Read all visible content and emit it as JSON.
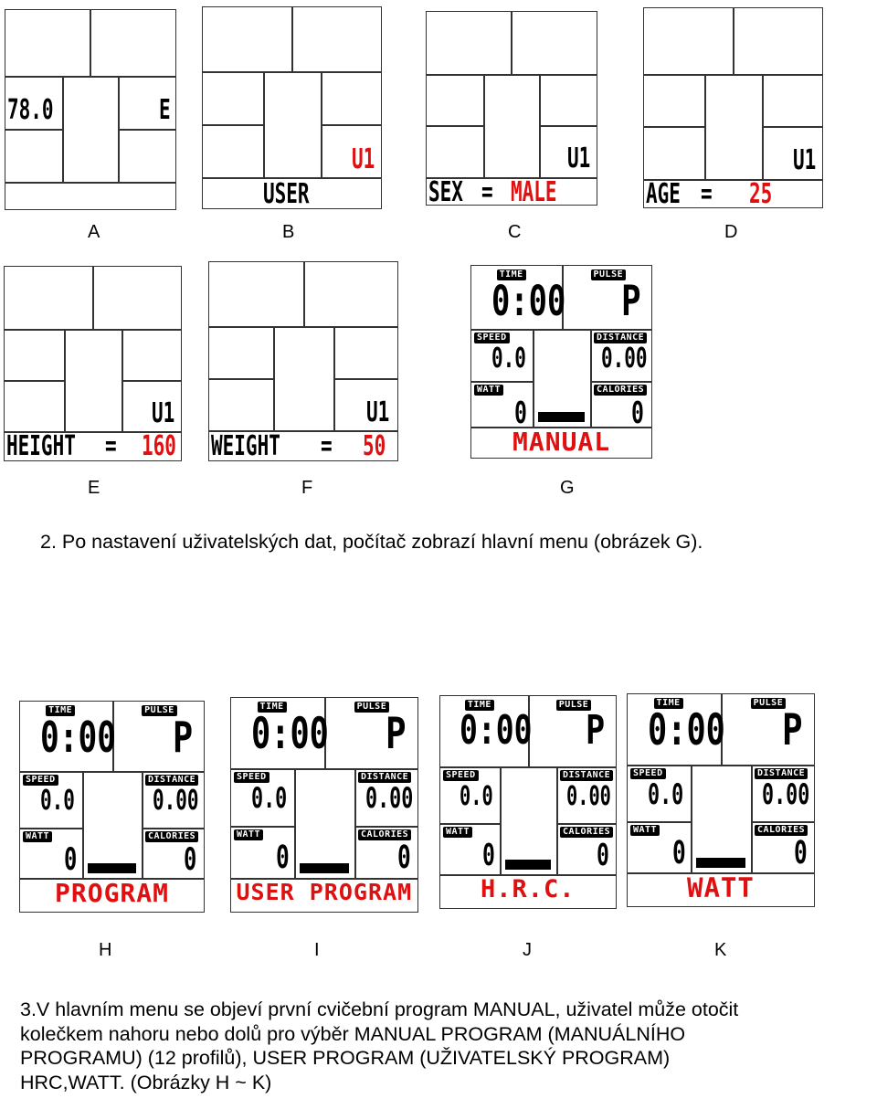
{
  "panels_top": {
    "A": {
      "caption": "A",
      "left_value": "78.0",
      "right_value": "E"
    },
    "B": {
      "caption": "B",
      "user_id": "U1",
      "label": "USER"
    },
    "C": {
      "caption": "C",
      "user_id": "U1",
      "label": "SEX",
      "value": "MALE"
    },
    "D": {
      "caption": "D",
      "user_id": "U1",
      "label": "AGE",
      "value": "25"
    },
    "E": {
      "caption": "E",
      "user_id": "U1",
      "label": "HEIGHT",
      "value": "160"
    },
    "F": {
      "caption": "F",
      "user_id": "U1",
      "label": "WEIGHT",
      "value": "50"
    }
  },
  "equals": "=",
  "console": {
    "time_label": "TIME",
    "pulse_label": "PULSE",
    "speed_label": "SPEED",
    "distance_label": "DISTANCE",
    "watt_label": "WATT",
    "calories_label": "CALORIES",
    "time_value": "0:00",
    "pulse_value": "P",
    "speed_value": "0.0",
    "distance_value": "0.00",
    "watt_value": "0",
    "calories_value": "0"
  },
  "screens": {
    "G": {
      "caption": "G",
      "mode": "MANUAL"
    },
    "H": {
      "caption": "H",
      "mode": "PROGRAM"
    },
    "I": {
      "caption": "I",
      "mode": "USER PROGRAM"
    },
    "J": {
      "caption": "J",
      "mode": "H.R.C."
    },
    "K": {
      "caption": "K",
      "mode": "WATT"
    }
  },
  "text": {
    "para2": "2. Po nastavení uživatelských dat, počítač zobrazí hlavní menu (obrázek G).",
    "para3_line1": "3.V hlavním menu se objeví první cvičební program MANUAL, uživatel může otočit",
    "para3_line2": "kolečkem nahoru nebo dolů pro výběr MANUAL PROGRAM (MANUÁLNÍHO",
    "para3_line3": "PROGRAMU) (12 profilů), USER PROGRAM (UŽIVATELSKÝ PROGRAM)",
    "para3_line4": "HRC,WATT. (Obrázky H ~ K)"
  },
  "colors": {
    "segment_red": "#e01010",
    "segment_black": "#000000",
    "frame": "#333333"
  }
}
